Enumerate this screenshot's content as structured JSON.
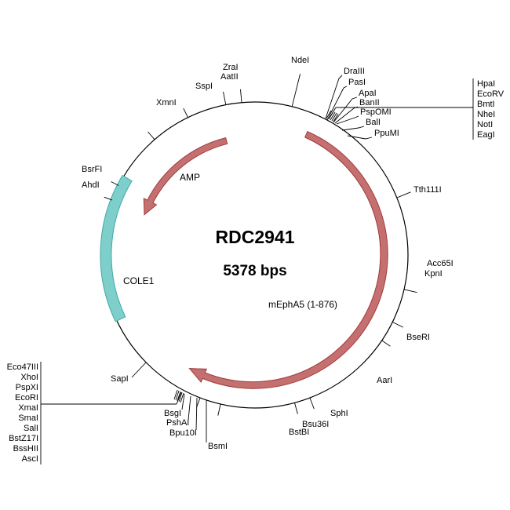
{
  "plasmid": {
    "name": "RDC2941",
    "size": "5378 bps"
  },
  "features": [
    {
      "id": "amp",
      "label": "AMP",
      "color": "#c47070",
      "stroke": "#a33a3a"
    },
    {
      "id": "cole1",
      "label": "COLE1",
      "color": "#7ecfcc",
      "stroke": "#3fa9a5"
    },
    {
      "id": "mepha5",
      "label": "mEphA5 (1-876)",
      "color": "#c47070",
      "stroke": "#a33a3a"
    }
  ],
  "sites": {
    "ndei": "NdeI",
    "zrai": "ZraI",
    "aatii": "AatII",
    "sspi": "SspI",
    "xmni": "XmnI",
    "bsrfi": "BsrFI",
    "ahdi": "AhdI",
    "draiii": "DraIII",
    "pasi": "PasI",
    "apai": "ApaI",
    "banii": "BanII",
    "pspomi": "PspOMI",
    "bali": "BalI",
    "ppumi": "PpuMI",
    "tth111i": "Tth111I",
    "acc65i": "Acc65I",
    "kpni": "KpnI",
    "bseri": "BseRI",
    "aari": "AarI",
    "sphi": "SphI",
    "bsu36i": "Bsu36I",
    "bstbi": "BstBI",
    "bsmi": "BsmI",
    "bpu10i": "Bpu10I",
    "pshai": "PshAI",
    "bsgi": "BsgI",
    "sapi": "SapI"
  },
  "cluster_right": [
    "HpaI",
    "EcoRV",
    "BmtI",
    "NheI",
    "NotI",
    "EagI"
  ],
  "cluster_left": [
    "Eco47III",
    "XhoI",
    "PspXI",
    "EcoRI",
    "XmaI",
    "SmaI",
    "SalI",
    "BstZ17I",
    "BssHII",
    "AscI"
  ]
}
